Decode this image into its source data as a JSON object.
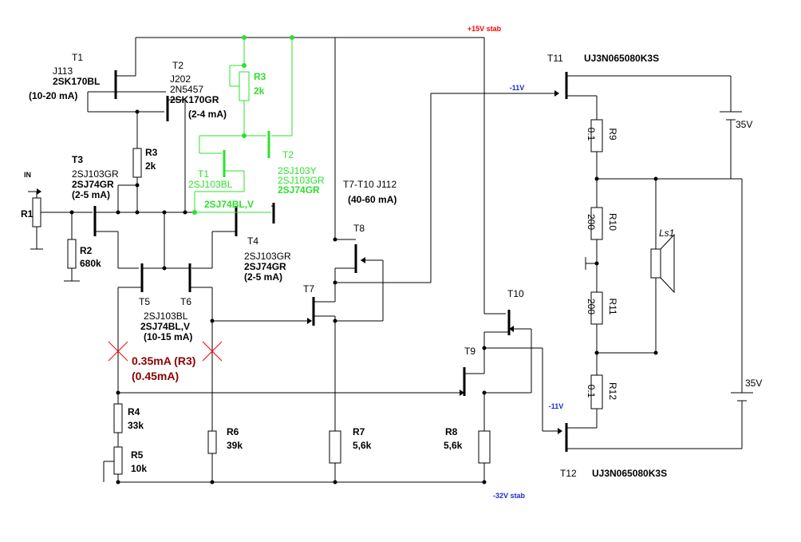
{
  "rails": {
    "pos": "+15V stab",
    "neg": "-32V stab",
    "bias_top": "-11V",
    "bias_bottom": "-11V"
  },
  "transistors": {
    "t1": {
      "name": "T1",
      "type": "J113",
      "part": "2SK170BL",
      "current": "(10-20 mA)"
    },
    "t2": {
      "name": "T2",
      "type": "J202",
      "alt": "2N5457",
      "part": "2SK170GR",
      "current": "(2-4 mA)"
    },
    "t3": {
      "name": "T3",
      "alt": "2SJ103GR",
      "part": "2SJ74GR",
      "current": "(2-5 mA)"
    },
    "t4": {
      "name": "T4",
      "alt": "2SJ103GR",
      "part": "2SJ74GR",
      "current": "(2-5 mA)"
    },
    "t56": {
      "n5": "T5",
      "n6": "T6",
      "alt": "2SJ103BL",
      "part": "2SJ74BL,V",
      "current": "(10-15 mA)"
    },
    "t7": {
      "name": "T7"
    },
    "t8": {
      "name": "T8"
    },
    "t9": {
      "name": "T9"
    },
    "t10": {
      "name": "T10"
    },
    "t7_10": {
      "label": "T7-T10  J112",
      "current": "(40-60 mA)"
    },
    "t11": {
      "name": "T11",
      "part": "UJ3N065080K3S"
    },
    "t12": {
      "name": "T12",
      "part": "UJ3N065080K3S"
    },
    "t1g": {
      "name": "T1",
      "part": "2SJ103BL"
    },
    "t2g": {
      "name": "T2",
      "l1": "2SJ103Y",
      "l2": "2SJ103GR",
      "l3": "2SJ74GR"
    },
    "t2g_bl": "2SJ74BL,V"
  },
  "resistors": {
    "r1": {
      "name": "R1"
    },
    "r2": {
      "name": "R2",
      "value": "680k"
    },
    "r3": {
      "name": "R3",
      "value": "2k"
    },
    "r3g": {
      "name": "R3",
      "value": "2k"
    },
    "r4": {
      "name": "R4",
      "value": "33k"
    },
    "r5": {
      "name": "R5",
      "value": "10k"
    },
    "r6": {
      "name": "R6",
      "value": "39k"
    },
    "r7": {
      "name": "R7",
      "value": "5,6k"
    },
    "r8": {
      "name": "R8",
      "value": "5,6k"
    },
    "r9": {
      "name": "R9",
      "value": "0.1"
    },
    "r10": {
      "name": "R10",
      "value": "200"
    },
    "r11": {
      "name": "R11",
      "value": "200"
    },
    "r12": {
      "name": "R12",
      "value": "0.1"
    }
  },
  "input_label": "IN",
  "speaker": "Ls1",
  "battery_top": "35V",
  "battery_bottom": "35V",
  "note": {
    "l1": "0.35mA (R3)",
    "l2": "(0.45mA)"
  },
  "colors": {
    "wire": "#000000",
    "green": "#2ee02e",
    "red": "#ff0000",
    "blue": "#1a2cc9",
    "maroon": "#8b0000"
  }
}
